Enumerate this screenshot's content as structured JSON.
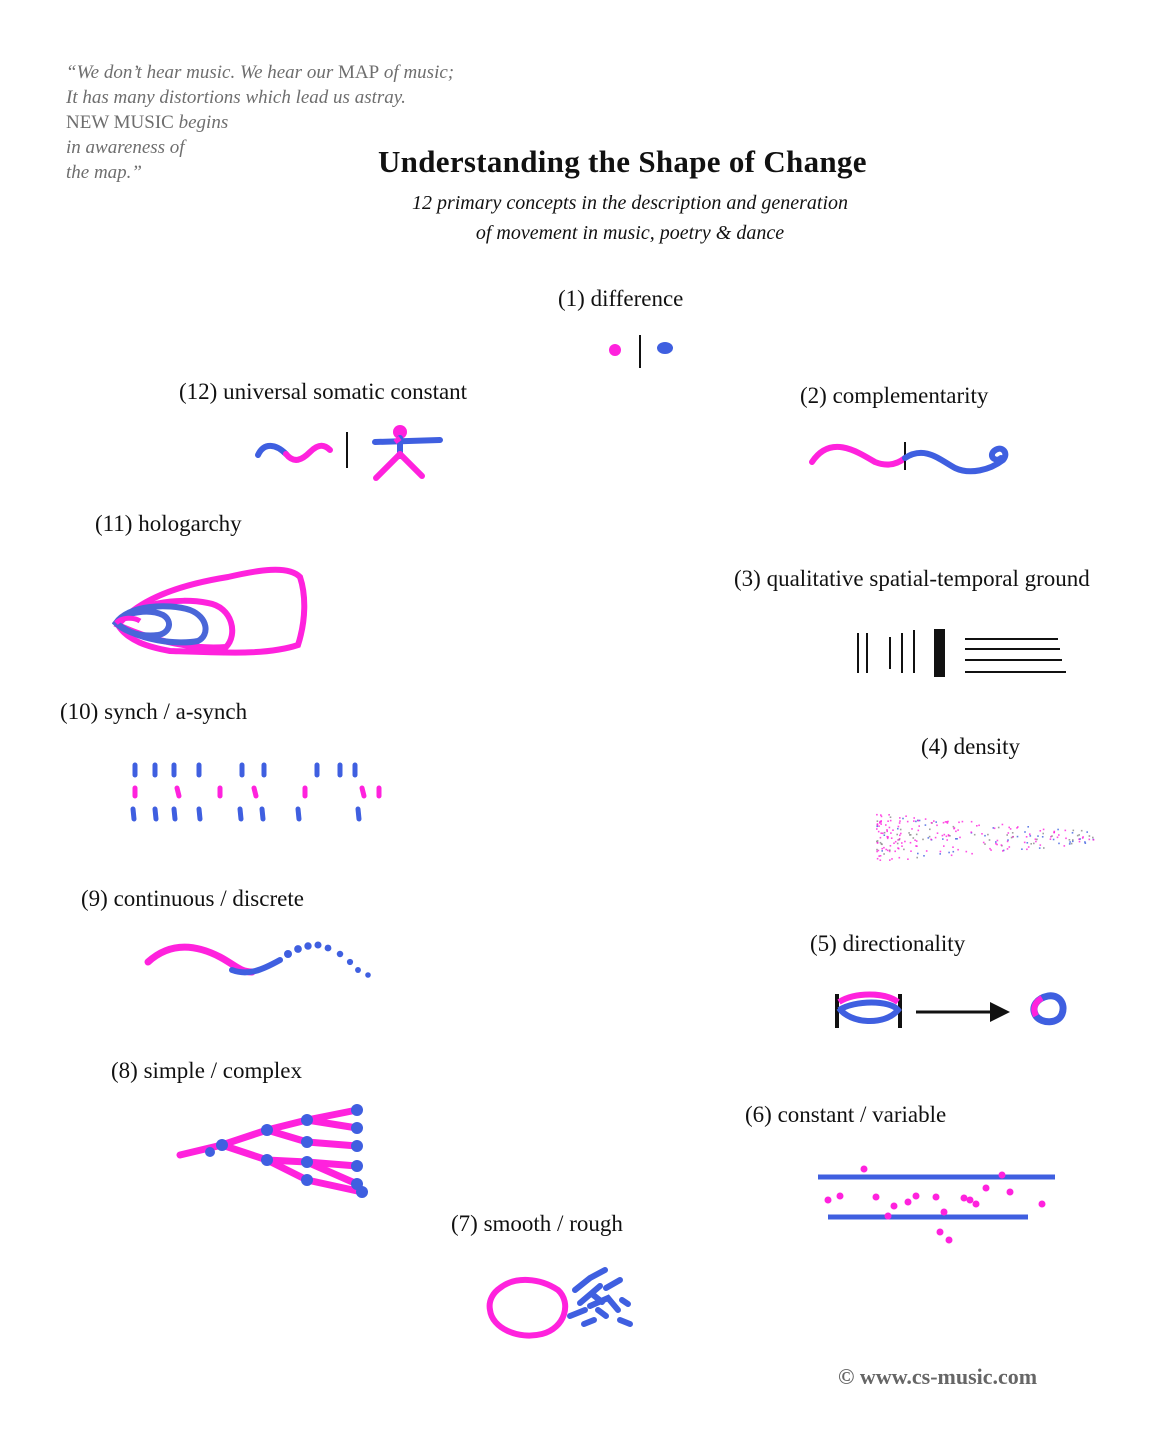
{
  "quote": {
    "line1a": "“We don’t hear music. We hear our ",
    "line1b": "MAP",
    "line1c": " of music;",
    "line2": "It has many distortions which lead us astray.",
    "line3a": "NEW MUSIC",
    "line3b": " begins",
    "line4": "in awareness of",
    "line5": "the map.”"
  },
  "title": "Understanding the Shape of Change",
  "subtitle_line1": "12 primary concepts in the description and generation",
  "subtitle_line2": "of movement in music, poetry & dance",
  "concepts": [
    "(1) difference",
    "(2) complementarity",
    "(3) qualitative spatial-temporal ground",
    "(4) density",
    "(5) directionality",
    "(6) constant / variable",
    "(7) smooth / rough",
    "(8) simple / complex",
    "(9) continuous / discrete",
    "(10) synch / a-synch",
    "(11) hologarchy",
    "(12) universal somatic constant"
  ],
  "colors": {
    "pink": "#ff22dd",
    "blue": "#3f5fe0",
    "black": "#111111"
  },
  "copyright": "© www.cs-music.com"
}
